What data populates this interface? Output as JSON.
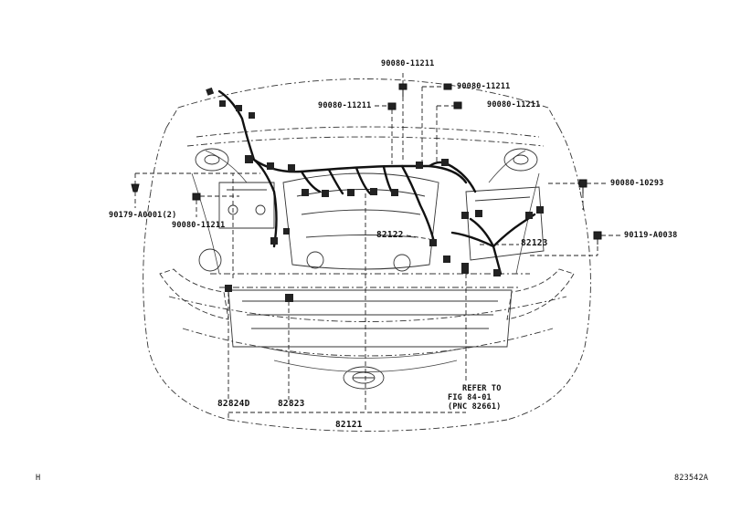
{
  "parts": {
    "clamp_top": "90080-11211",
    "clamp_top_right": "90080-11211",
    "clamp_left_mid": "90080-11211",
    "clamp_right_mid": "90080-11211",
    "bolt_right_upper": "90080-10293",
    "clip_left": "90179-A0001(2)",
    "clamp_left_lower": "90080-11211",
    "bolt_right_lower": "90119-A0038",
    "wire_82122": "82122",
    "wire_82123": "82123",
    "wire_82824d": "82824D",
    "wire_82823": "82823",
    "wire_82121": "82121"
  },
  "note": {
    "line1": "REFER TO",
    "line2": "FIG 84-01",
    "line3": "(PNC 82661)"
  },
  "footer": {
    "left_code": "H",
    "illustration_number": "823542A"
  }
}
